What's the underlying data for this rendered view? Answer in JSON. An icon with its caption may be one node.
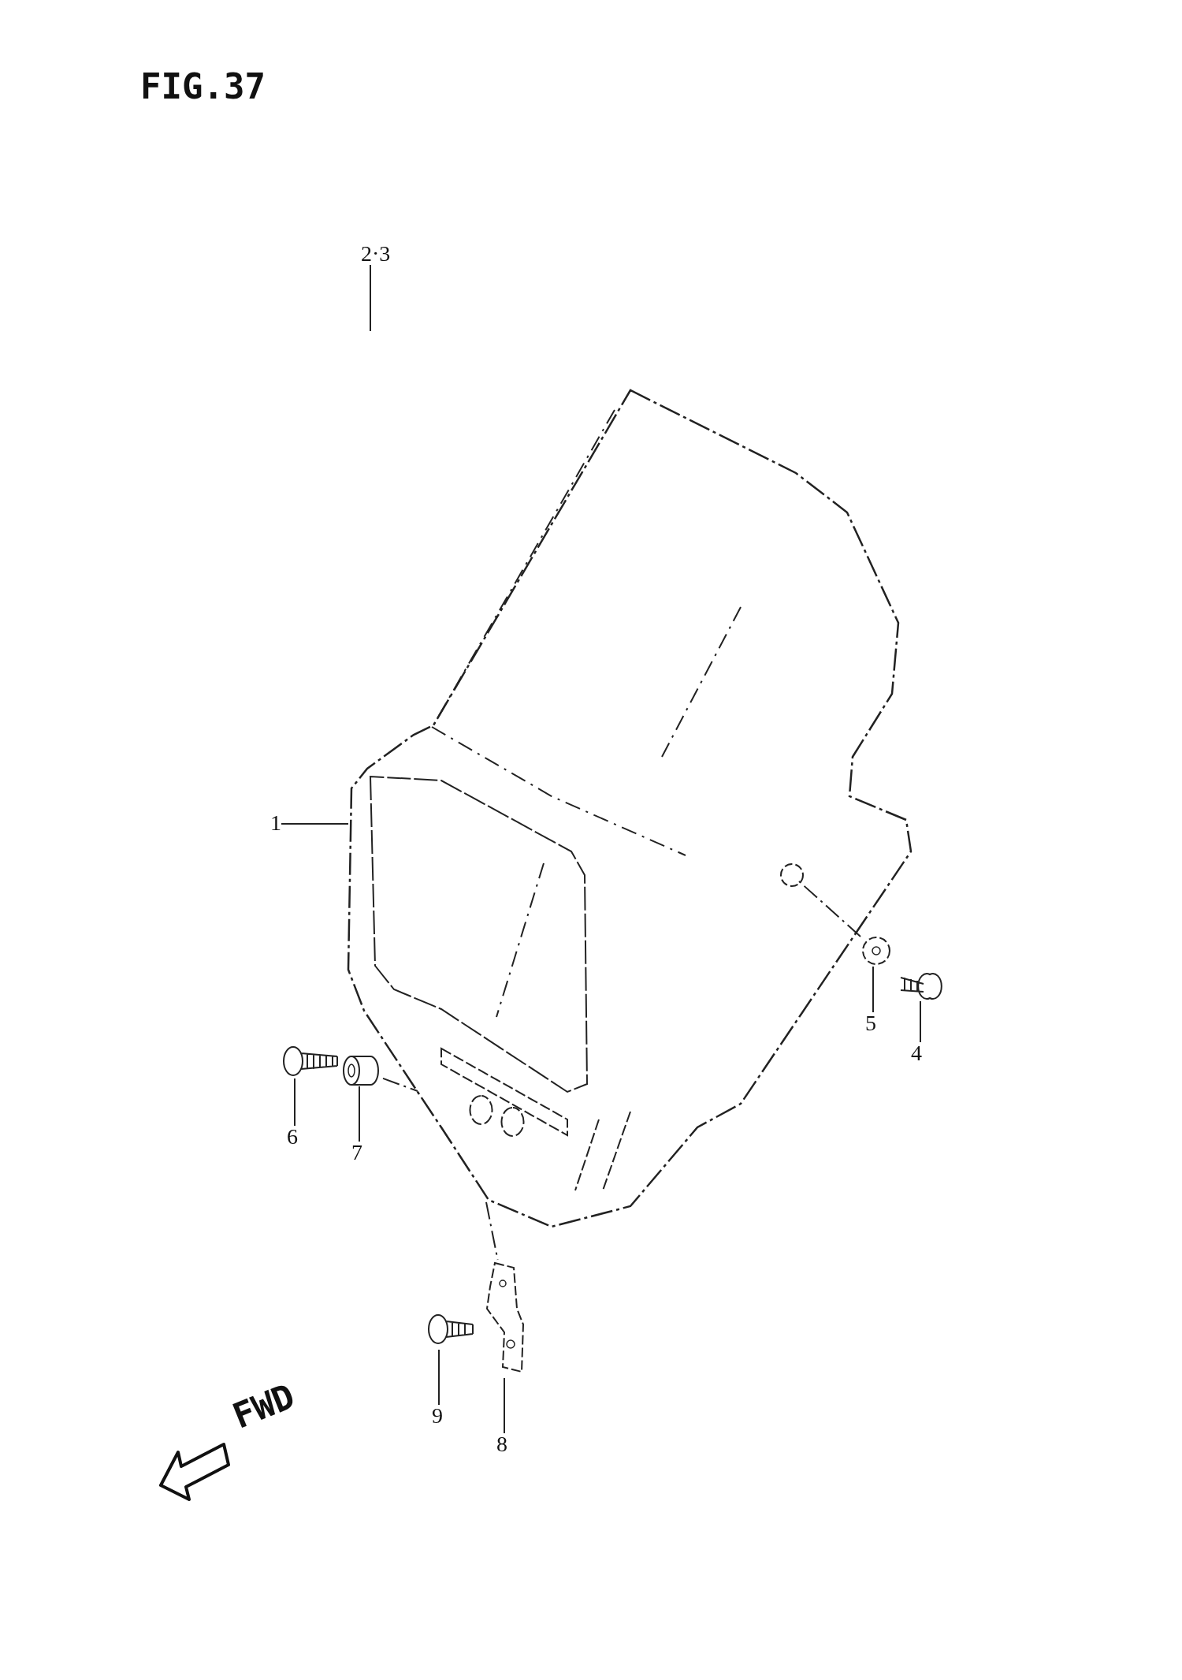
{
  "diagram": {
    "title": "FIG.37",
    "nodes": [
      {
        "text": [
          "1"
        ]
      },
      {
        "text": [],
        "shape": "picture"
      },
      {
        "text": [
          "2·3"
        ]
      },
      {
        "text": [
          "4"
        ]
      },
      {
        "text": [],
        "shape": "picture"
      },
      {
        "text": [
          "5"
        ]
      },
      {
        "text": [],
        "shape": "picture"
      },
      {
        "text": [
          "6"
        ]
      },
      {
        "text": [],
        "shape": "picture"
      },
      {
        "text": [
          "7"
        ]
      },
      {
        "text": [],
        "shape": "picture"
      },
      {
        "text": [
          "8"
        ]
      },
      {
        "text": [],
        "shape": "picture"
      },
      {
        "text": [
          "9"
        ]
      },
      {
        "text": [],
        "shape": "picture"
      }
    ],
    "edges": [
      {
        "from": 0,
        "to": 1,
        "arrow": "none"
      },
      {
        "from": 2,
        "to": null,
        "arrow": "none"
      },
      {
        "from": 3,
        "to": 4,
        "arrow": "none"
      },
      {
        "from": 5,
        "to": 6,
        "arrow": "none"
      },
      {
        "from": 7,
        "to": 8,
        "arrow": "none"
      },
      {
        "from": 9,
        "to": 10,
        "arrow": "none"
      },
      {
        "from": 11,
        "to": 12,
        "arrow": "none"
      },
      {
        "from": 13,
        "to": 14,
        "arrow": "none"
      },
      {
        "from": 10,
        "to": 1,
        "arrow": "none",
        "style": "dashed"
      },
      {
        "from": 1,
        "to": 12,
        "arrow": "none",
        "style": "dashed"
      },
      {
        "from": 6,
        "to": 1,
        "arrow": "none",
        "style": "dashed"
      }
    ],
    "labels": [
      "FWD"
    ]
  }
}
